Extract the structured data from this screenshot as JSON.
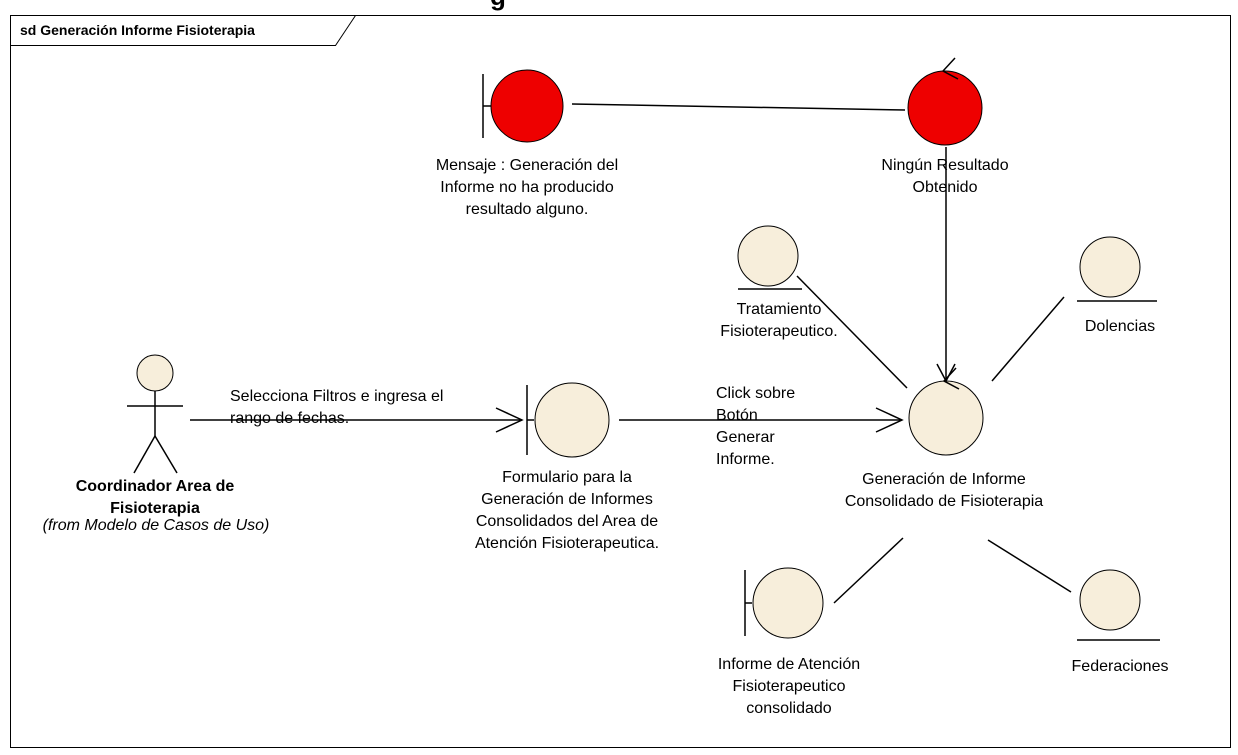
{
  "diagram": {
    "frame_title": "sd Generación Informe Fisioterapia",
    "top_cut_text": "g",
    "colors": {
      "red": "#ee0000",
      "entity": "#f7eedb",
      "line": "#000000"
    },
    "actor": {
      "name": "Coordinador Area de Fisioterapia",
      "source": "(from Modelo de Casos de Uso)"
    },
    "nodes": {
      "mensaje": {
        "type": "boundary",
        "label": "Mensaje :  Generación del Informe no ha producido resultado alguno."
      },
      "ningun": {
        "type": "control",
        "label": "Ningún Resultado Obtenido"
      },
      "tratamiento": {
        "type": "entity",
        "label": "Tratamiento Fisioterapeutico."
      },
      "dolencias": {
        "type": "entity",
        "label": "Dolencias"
      },
      "formulario": {
        "type": "boundary",
        "label": "Formulario para la Generación de Informes Consolidados del Area de Atención Fisioterapeutica."
      },
      "generacion": {
        "type": "control",
        "label": "Generación de Informe Consolidado de Fisioterapia"
      },
      "informe": {
        "type": "boundary",
        "label": "Informe de Atención Fisioterapeutico consolidado"
      },
      "federaciones": {
        "type": "entity",
        "label": "Federaciones"
      }
    },
    "messages": {
      "selecciona": "Selecciona Filtros e ingresa el rango de fechas.",
      "click": "Click sobre Botón Generar Informe."
    }
  }
}
